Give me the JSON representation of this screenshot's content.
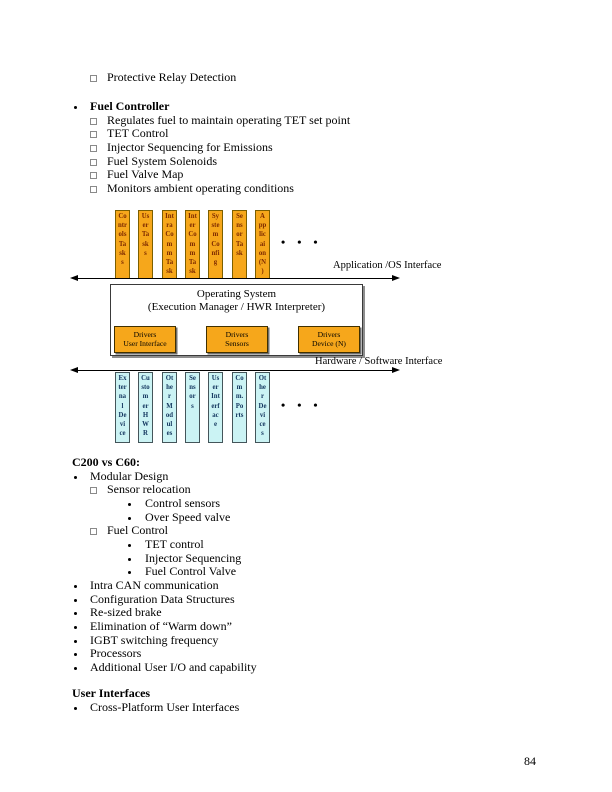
{
  "intro": {
    "orphan": "Protective Relay Detection",
    "header": "Fuel Controller",
    "items": [
      "Regulates fuel to maintain operating TET set point",
      "TET Control",
      "Injector Sequencing for Emissions",
      "Fuel System Solenoids",
      "Fuel Valve Map",
      "Monitors ambient operating conditions"
    ]
  },
  "diagram": {
    "app_boxes": [
      {
        "name": "controls-tasks",
        "text": "Co\nntr\nols\nTa\nsk\ns"
      },
      {
        "name": "user-tasks",
        "text": "Us\ner\nTa\nsk\ns"
      },
      {
        "name": "intra-comm-task",
        "text": "Int\nra\nCo\nm\nm\nTa\nsk"
      },
      {
        "name": "inter-comm-task",
        "text": "Int\ner\nCo\nm\nm\nTa\nsk"
      },
      {
        "name": "system-config",
        "text": "Sy\nste\nm\nCo\nnfi\ng"
      },
      {
        "name": "sensor-task",
        "text": "Se\nns\nor\nTa\nsk"
      },
      {
        "name": "application-n",
        "text": "A\npp\nlic\nai\non\n(N\n)"
      }
    ],
    "app_dots": "• • •",
    "app_os_label": "Application /OS Interface",
    "os_box": {
      "title": "Operating System",
      "subtitle": "(Execution Manager / HWR Interpreter)"
    },
    "driver_boxes": [
      {
        "name": "drivers-user-interface",
        "text": "Drivers\nUser Interface"
      },
      {
        "name": "drivers-sensors",
        "text": "Drivers\nSensors"
      },
      {
        "name": "drivers-device-n",
        "text": "Drivers\nDevice (N)"
      }
    ],
    "hw_sw_label": "Hardware / Software Interface",
    "hw_boxes": [
      {
        "name": "external-device",
        "text": "Ex\nter\nna\nl\nDe\nvi\nce"
      },
      {
        "name": "customer-hwr",
        "text": "Cu\nsto\nm\ner\nH\nW\nR"
      },
      {
        "name": "other-modules",
        "text": "Ot\nhe\nr\nM\nod\nul\nes"
      },
      {
        "name": "sensors",
        "text": "Se\nns\nor\ns"
      },
      {
        "name": "user-interface",
        "text": "Us\ner\nInt\nerf\nac\ne"
      },
      {
        "name": "comm-ports",
        "text": "Co\nm\nm.\nPo\nrts"
      },
      {
        "name": "other-devices",
        "text": "Ot\nhe\nr\nDe\nvi\nce\ns"
      }
    ],
    "hw_dots": "• • •",
    "colors": {
      "app_box_fill": "#F6A71B",
      "app_box_border": "#7c5f00",
      "app_box_text": "#7d2a00",
      "hw_box_fill": "#CBF3F4",
      "hw_box_border": "#44555a",
      "hw_box_text": "#12355e",
      "driver_box_fill": "#F6A71B",
      "line_color": "#000000"
    }
  },
  "c200": {
    "heading": "C200 vs C60:",
    "items": [
      {
        "level": 1,
        "text": "Modular Design"
      },
      {
        "level": 2,
        "text": "Sensor relocation"
      },
      {
        "level": 3,
        "text": "Control sensors"
      },
      {
        "level": 3,
        "text": "Over Speed valve"
      },
      {
        "level": 2,
        "text": "Fuel Control"
      },
      {
        "level": 3,
        "text": "TET control"
      },
      {
        "level": 3,
        "text": "Injector Sequencing"
      },
      {
        "level": 3,
        "text": "Fuel Control Valve"
      },
      {
        "level": 1,
        "text": "Intra CAN communication"
      },
      {
        "level": 1,
        "text": "Configuration Data Structures"
      },
      {
        "level": 1,
        "text": "Re-sized brake"
      },
      {
        "level": 1,
        "text": "Elimination of “Warm down”"
      },
      {
        "level": 1,
        "text": "IGBT switching frequency"
      },
      {
        "level": 1,
        "text": "Processors"
      },
      {
        "level": 1,
        "text": "Additional User I/O and capability"
      }
    ]
  },
  "ui": {
    "heading": "User Interfaces",
    "items": [
      {
        "level": 1,
        "text": "Cross-Platform User Interfaces"
      }
    ]
  },
  "footer": {
    "page_number": "84"
  }
}
